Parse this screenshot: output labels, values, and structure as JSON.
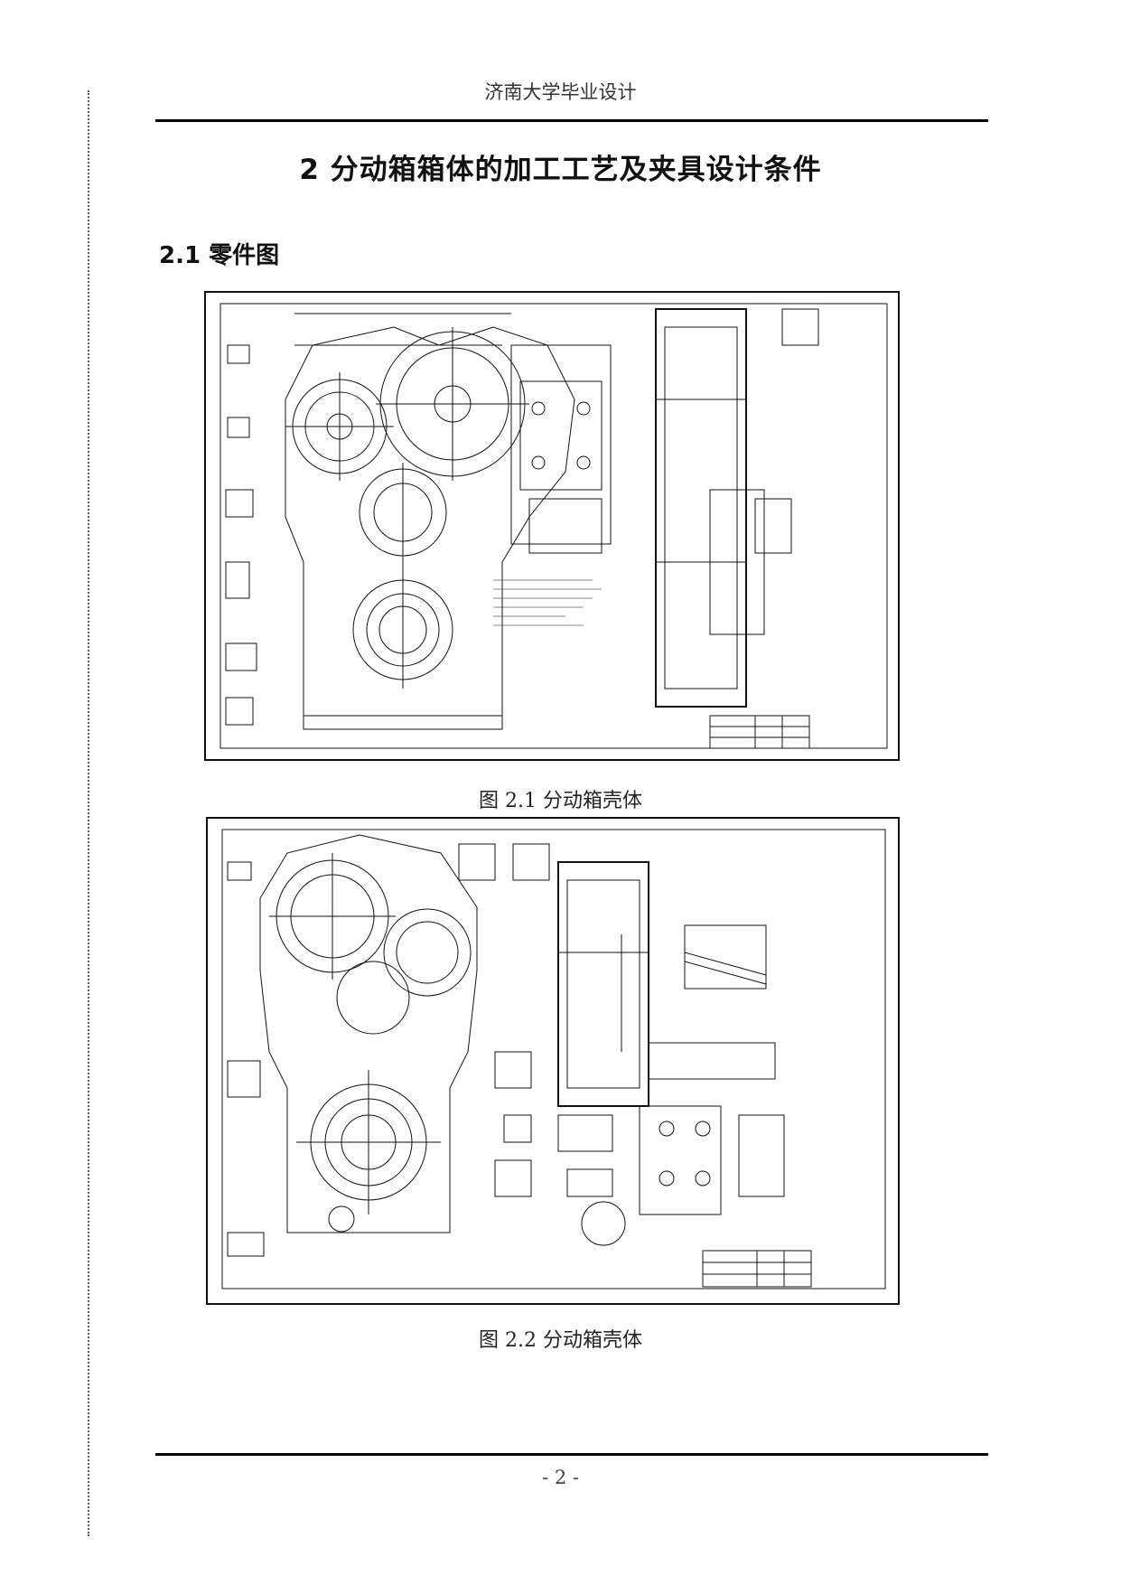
{
  "header": {
    "running_title": "济南大学毕业设计"
  },
  "chapter": {
    "title": "2  分动箱箱体的加工工艺及夹具设计条件"
  },
  "section": {
    "heading": "2.1  零件图"
  },
  "figures": [
    {
      "caption": "图 2.1  分动箱壳体",
      "content": "engineering-drawing"
    },
    {
      "caption": "图  2.2 分动箱壳体",
      "content": "engineering-drawing"
    }
  ],
  "footer": {
    "page_number": "- 2 -"
  }
}
